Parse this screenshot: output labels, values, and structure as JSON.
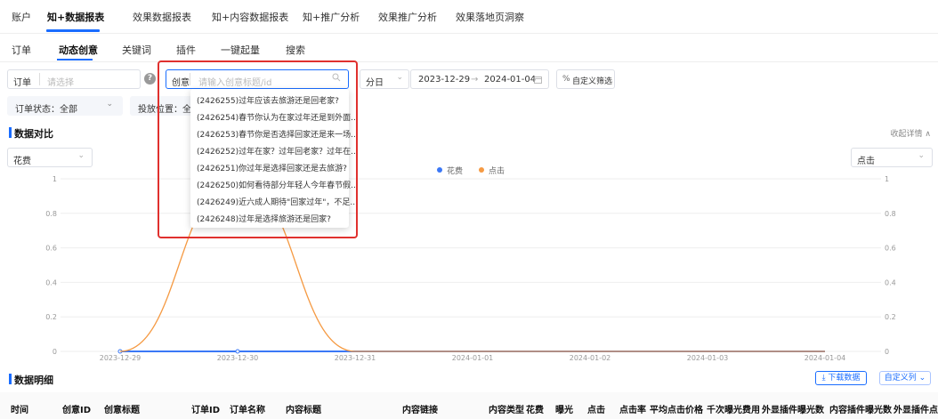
{
  "top_nav": {
    "items": [
      "账户",
      "知+数据报表",
      "效果数据报表",
      "知+内容数据报表",
      "知+推广分析",
      "效果推广分析",
      "效果落地页洞察"
    ],
    "active_index": 1
  },
  "sub_nav": {
    "items": [
      "订单",
      "动态创意",
      "关键词",
      "插件",
      "一键起量",
      "搜索"
    ],
    "active_index": 1
  },
  "filters": {
    "order_label": "订单",
    "order_placeholder": "请选择",
    "help_icon": "?",
    "creative_label": "创意",
    "creative_placeholder": "请输入创意标题/id",
    "granularity": "分日",
    "date_start": "2023-12-29",
    "date_arrow": "→",
    "date_end": "2024-01-04",
    "custom_filter": "自定义筛选",
    "order_status": "订单状态：全部",
    "placement": "投放位置：全部"
  },
  "creative_dropdown": {
    "options": [
      "(2426255)过年应该去旅游还是回老家?",
      "(2426254)春节你认为在家过年还是到外面...",
      "(2426253)春节你是否选择回家还是来一场...",
      "(2426252)过年在家？过年回老家？过年在...",
      "(2426251)你过年是选择回家还是去旅游?",
      "(2426250)如何看待部分年轻人今年春节假...",
      "(2426249)近六成人期待\"回家过年\"，不足...",
      "(2426248)过年是选择旅游还是回家?"
    ]
  },
  "data_compare": {
    "title": "数据对比",
    "detail_link": "收起详情 ∧",
    "left_metric": "花费",
    "right_metric": "点击"
  },
  "chart_data": {
    "type": "line",
    "x": [
      "2023-12-29",
      "2023-12-30",
      "2023-12-31",
      "2024-01-01",
      "2024-01-02",
      "2024-01-03",
      "2024-01-04"
    ],
    "series": [
      {
        "name": "花费",
        "color": "#3b78f6",
        "values": [
          0,
          0,
          0,
          0,
          0,
          0,
          0
        ]
      },
      {
        "name": "点击",
        "color": "#f59a43",
        "values": [
          0,
          1,
          0,
          0,
          0,
          0,
          0
        ]
      }
    ],
    "y_ticks_left": [
      "0",
      "0.2",
      "0.4",
      "0.6",
      "0.8",
      "1"
    ],
    "y_ticks_right": [
      "0",
      "0.2",
      "0.4",
      "0.6",
      "0.8",
      "1"
    ],
    "ylim": [
      0,
      1
    ],
    "grid": true,
    "legend_position": "top-center"
  },
  "data_detail": {
    "title": "数据明细",
    "download_button": "下载数据",
    "custom_columns_button": "自定义列"
  },
  "table": {
    "columns": [
      "时间",
      "创意ID",
      "创意标题",
      "订单ID",
      "订单名称",
      "内容标题",
      "内容链接",
      "内容类型",
      "花费",
      "曝光",
      "点击",
      "点击率",
      "平均点击价格",
      "千次曝光费用",
      "外显插件曝光数",
      "内容插件曝光数",
      "外显插件点"
    ]
  },
  "colors": {
    "accent": "#1a6dff",
    "highlight_border": "#e0312e"
  }
}
